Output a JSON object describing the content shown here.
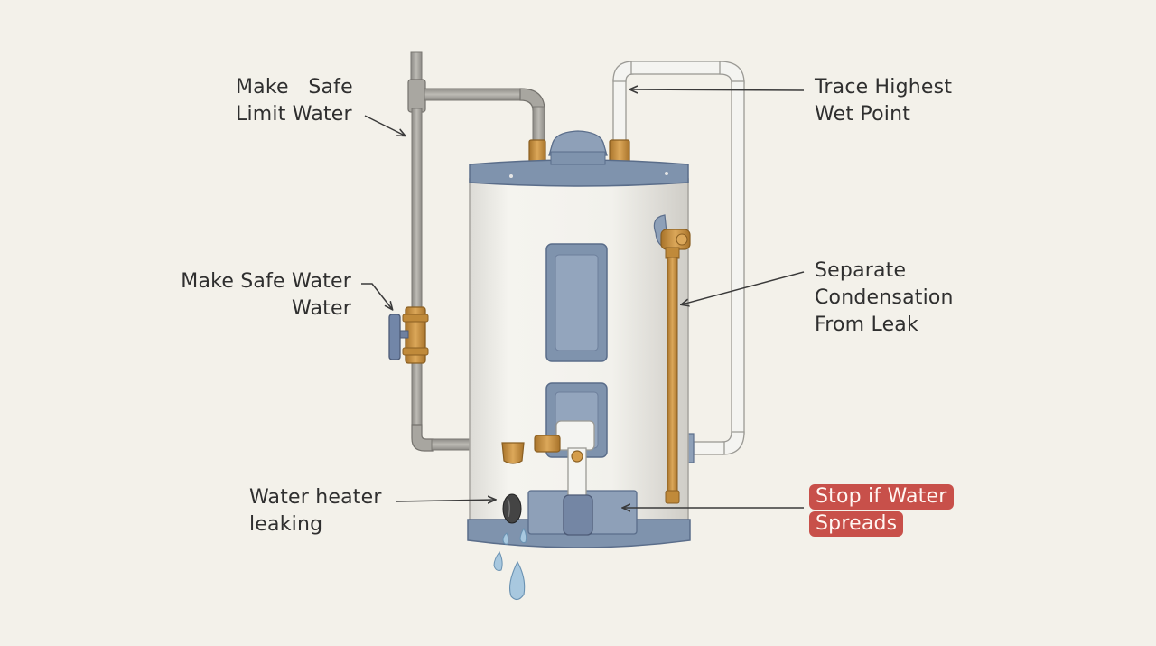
{
  "labels": {
    "limit_water": {
      "lines": [
        "Make   Safe",
        "Limit Water"
      ]
    },
    "safe_water": {
      "lines": [
        "Make Safe Water",
        "Water"
      ]
    },
    "heater_leaking": {
      "lines": [
        "Water heater",
        "leaking"
      ]
    },
    "highest_point": {
      "lines": [
        "Trace Highest",
        "Wet Point"
      ]
    },
    "condensation": {
      "lines": [
        "Separate",
        "Condensation",
        "From Leak"
      ]
    },
    "stop_spread": {
      "lines": [
        "Stop if Water",
        "Spreads"
      ],
      "highlight_color": "#c8504a"
    }
  },
  "colors": {
    "background": "#f3f1ea",
    "tank_body": "#f4f3ee",
    "tank_trim": "#7f93ad",
    "panel": "#8ea0b8",
    "pipe_gray": "#a4a29c",
    "pipe_white": "#f4f4f1",
    "brass": "#c9923f",
    "water_drop": "#a8c8df",
    "leader_line": "#3a3a3a"
  },
  "icons": {
    "shutoff_valve": "valve-handle-icon",
    "drip": "water-drop-icon"
  }
}
